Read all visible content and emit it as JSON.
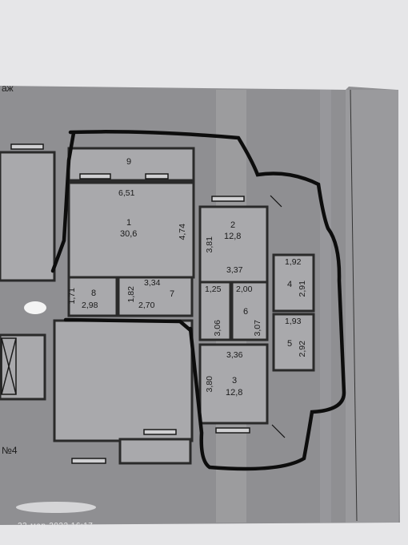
{
  "header_text": "аж",
  "plan_number": "№4",
  "timestamp": "23-мар-2023 16:17",
  "rooms": [
    {
      "number": "1",
      "area": "30,6",
      "width": "6,51",
      "depth": "4,74"
    },
    {
      "number": "2",
      "area": "12,8",
      "width": "3,37",
      "depth": "3,81"
    },
    {
      "number": "3",
      "area": "12,8",
      "width": "3,36",
      "depth": "3,80"
    },
    {
      "number": "4",
      "width": "1,92",
      "depth": "2,91"
    },
    {
      "number": "5",
      "width": "1,93",
      "depth": "2,92"
    },
    {
      "number": "6",
      "width": "2,00",
      "depth": "3,07"
    },
    {
      "number": "7",
      "width": "3,34",
      "depth": "2,70"
    },
    {
      "number": "8",
      "width": "2,98",
      "depth": "1,71"
    },
    {
      "number": "9"
    }
  ],
  "extra_dims": {
    "small_left": "1,82",
    "small_top": "1,25",
    "small_side": "3,06"
  },
  "colors": {
    "paper": "#e9e9ea",
    "plan_gray": "#8e8e90",
    "wall": "#2a2a2a",
    "outline": "#101010"
  }
}
